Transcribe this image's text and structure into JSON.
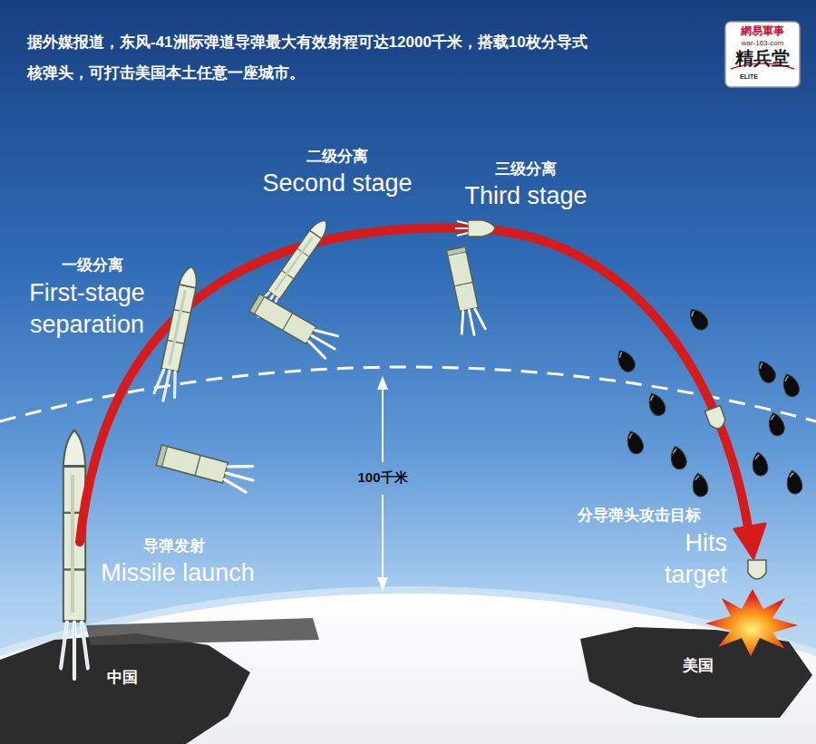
{
  "diagram": {
    "title": "据外媒报道，东风-41洲际弹道导弹最大有效射程可达12000千米，搭载10枚分导式核弹头，可打击美国本土任意一座城市。",
    "labels": [
      "網易軍事",
      "war-163-com",
      "精兵堂",
      "ELITE",
      "一级分离",
      "First-stage separation",
      "二级分离",
      "Second stage",
      "三级分离",
      "Third stage",
      "100千米",
      "导弹发射",
      "Missile launch",
      "分导弹头攻击目标",
      "Hits target",
      "中国",
      "美国"
    ]
  }
}
